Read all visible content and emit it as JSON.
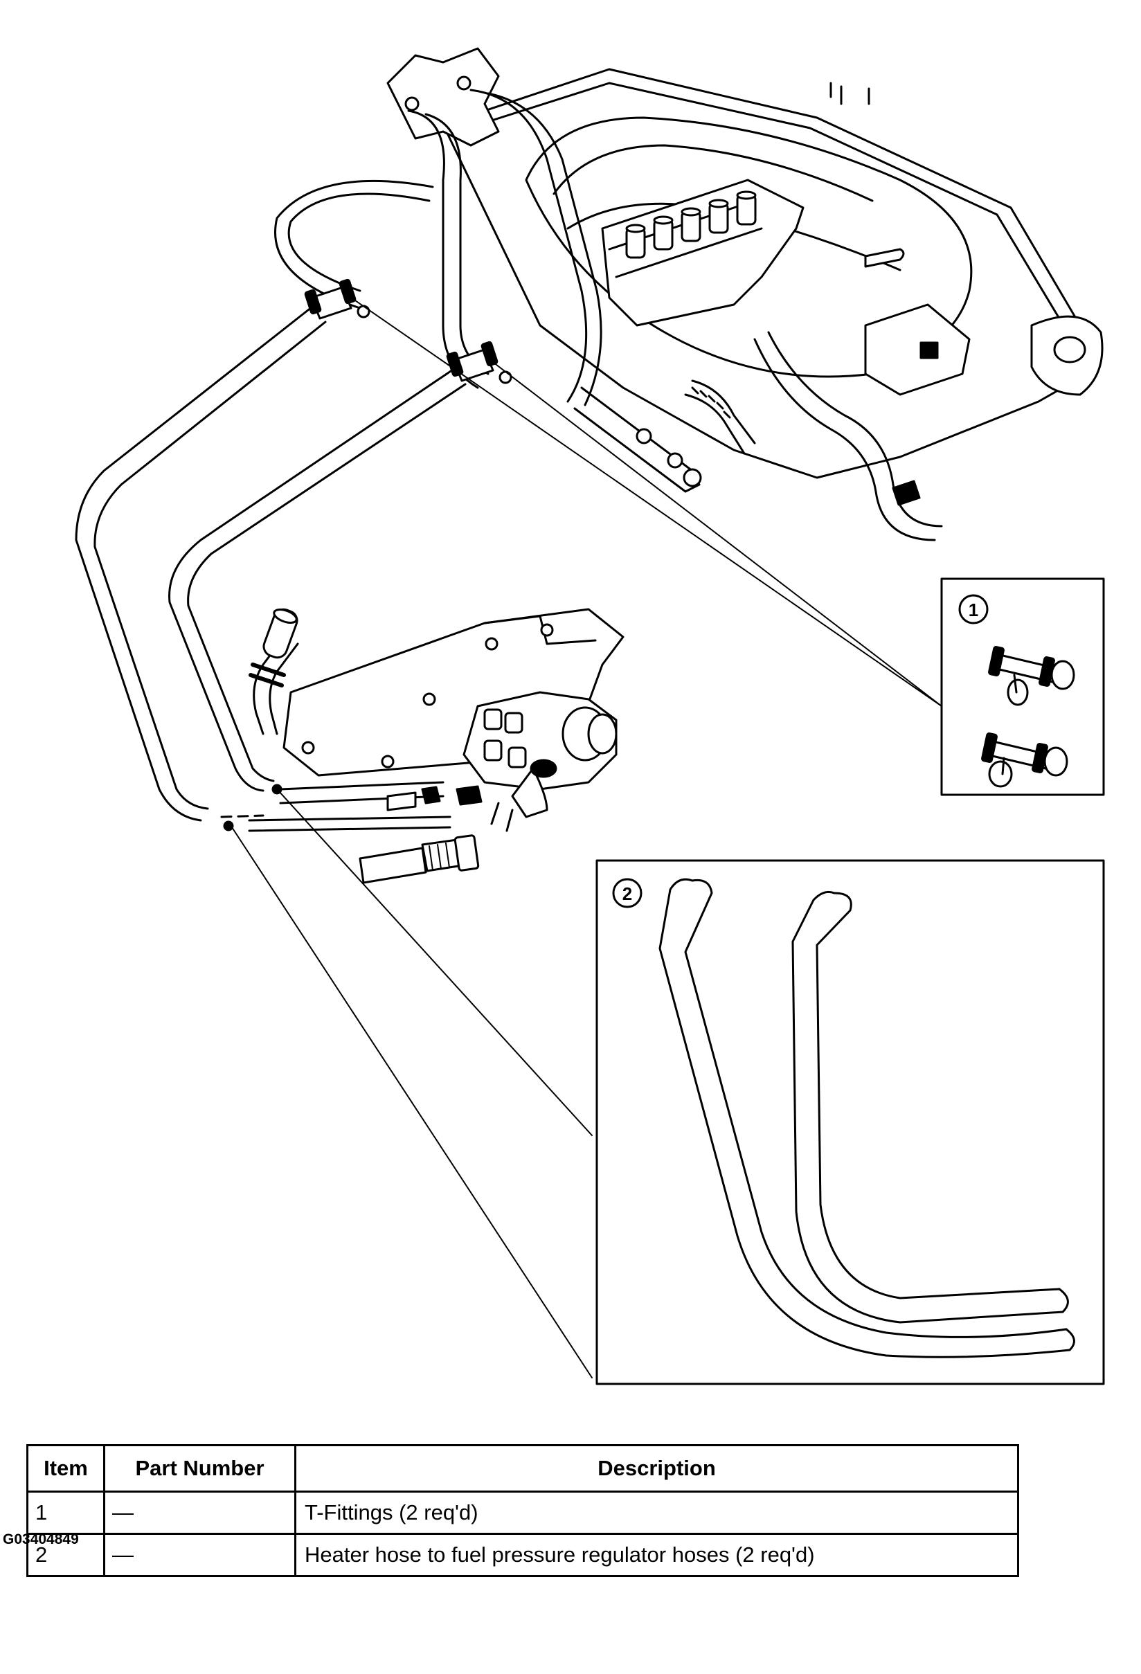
{
  "callouts": [
    {
      "number": "1"
    },
    {
      "number": "2"
    }
  ],
  "table": {
    "headers": {
      "item": "Item",
      "part_number": "Part Number",
      "description": "Description"
    },
    "rows": [
      {
        "item": "1",
        "part_number": "—",
        "description": "T-Fittings (2 req'd)"
      },
      {
        "item": "2",
        "part_number": "—",
        "description": "Heater hose to fuel pressure regulator hoses (2 req'd)"
      }
    ]
  },
  "figure_id": "G03404849"
}
